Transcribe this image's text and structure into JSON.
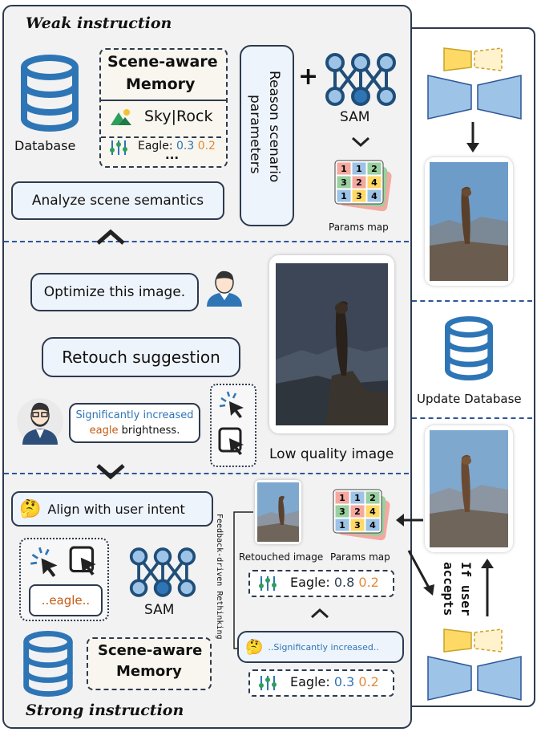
{
  "weak": {
    "title": "Weak instruction",
    "database_label": "Database",
    "memory_title_line1": "Scene-aware",
    "memory_title_line2": "Memory",
    "memory_tag": "Sky|Rock",
    "memory_param_label": "Eagle:",
    "memory_param_v1": "0.3",
    "memory_param_v2": "0.2",
    "memory_more": "...",
    "reason_line1": "Reason scenario",
    "reason_line2": "parameters",
    "plus": "+",
    "sam_label": "SAM",
    "params_map_label": "Params map",
    "analyze_label": "Analyze scene semantics",
    "grid_numbers": [
      "1",
      "1",
      "2",
      "3",
      "2",
      "4",
      "1",
      "3",
      "4"
    ]
  },
  "middle": {
    "user_message": "Optimize this image.",
    "retouch_label": "Retouch suggestion",
    "bot_line1": "Significantly increased",
    "bot_word": "eagle",
    "bot_rest": " brightness.",
    "low_quality_label": "Low quality image"
  },
  "strong": {
    "title": "Strong instruction",
    "align_label": "Align with user intent",
    "eagle_chat": "..eagle..",
    "sam_label": "SAM",
    "memory_title_line1": "Scene-aware",
    "memory_title_line2": "Memory",
    "feedback_label": "Feedback-driven Rethinking",
    "retouched_label": "Retouched image",
    "params_map_label": "Params map",
    "param_top_label": "Eagle:",
    "param_top_v1": "0.8",
    "param_top_v2": "0.2",
    "thought_text": "..Significantly increased..",
    "param_bottom_label": "Eagle:",
    "param_bottom_v1": "0.3",
    "param_bottom_v2": "0.2"
  },
  "right": {
    "update_db_label": "Update Database",
    "if_user_accepts_line1": "If user",
    "if_user_accepts_line2": "accepts"
  },
  "colors": {
    "accent_blue": "#2e75b6",
    "orange": "#e08a3a",
    "dash_blue": "#2f5597",
    "model_blue": "#9dc3e6",
    "model_yellow": "#ffd966"
  }
}
